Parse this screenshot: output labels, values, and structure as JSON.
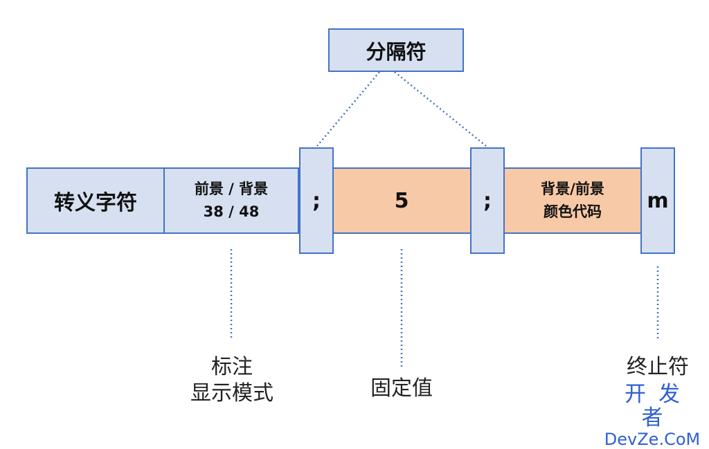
{
  "separator_title": "分隔符",
  "segments": {
    "escape": "转义字符",
    "fg_bg_line1": "前景 / 背景",
    "fg_bg_line2": "38 / 48",
    "semicolon_1": ";",
    "fixed_value": "5",
    "semicolon_2": ";",
    "color_code_line1": "背景/前景",
    "color_code_line2": "颜色代码",
    "terminator": "m"
  },
  "annotations": {
    "mode_line1": "标注",
    "mode_line2": "显示模式",
    "fixed": "固定值",
    "terminator": "终止符"
  },
  "watermark": {
    "cn": "开发者",
    "en": "DevZe.CoM"
  },
  "colors": {
    "blue_fill": "#d6e0f1",
    "orange_fill": "#f8c9a6",
    "border": "#4472c4",
    "watermark": "#2f5fd0"
  }
}
